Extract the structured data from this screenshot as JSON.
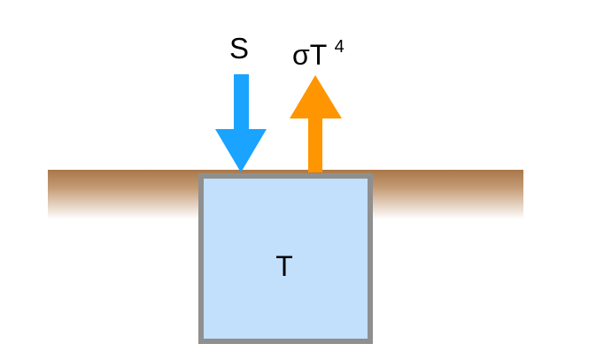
{
  "diagram": {
    "labels": {
      "incoming": "S",
      "outgoing_base": "σT",
      "outgoing_exponent": "4",
      "box": "T"
    },
    "colors": {
      "incoming_arrow": "#1aa3ff",
      "outgoing_arrow": "#ff9500",
      "ground": "#a9774a",
      "box_fill": "#c2e0fb",
      "box_border": "#8f8f8f"
    },
    "icons": {
      "incoming": "arrow-down-icon",
      "outgoing": "arrow-up-icon"
    }
  }
}
